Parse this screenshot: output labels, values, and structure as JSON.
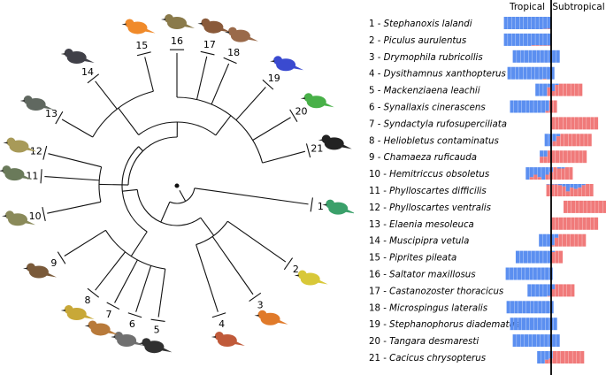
{
  "header": {
    "left": "Tropical",
    "right": "Subtropical"
  },
  "colors": {
    "tropical": "#5b8ff0",
    "subtropical": "#f07a7a",
    "divider": "#000000",
    "branch": "#111111"
  },
  "species": [
    {
      "num": "1",
      "sep": " - ",
      "name": "Stephanoxis lalandi",
      "pct_tropical": [
        100,
        100,
        100,
        100,
        100,
        100,
        100,
        100,
        100,
        100,
        98,
        96
      ],
      "shift": 0
    },
    {
      "num": "2",
      "sep": " - ",
      "name": "Piculus aurulentus",
      "pct_tropical": [
        100,
        100,
        100,
        100,
        100,
        100,
        100,
        95,
        95,
        96,
        96,
        96
      ],
      "shift": 0
    },
    {
      "num": "3",
      "sep": " - ",
      "name": "Drymophila rubricollis",
      "pct_tropical": [
        100,
        100,
        100,
        100,
        100,
        100,
        100,
        100,
        100,
        100,
        100,
        100
      ],
      "shift": 0.5
    },
    {
      "num": "4",
      "sep": " - ",
      "name": "Dysithamnus xanthopterus",
      "pct_tropical": [
        100,
        100,
        100,
        100,
        100,
        100,
        100,
        100,
        100,
        95,
        100,
        100
      ],
      "shift": 0.2
    },
    {
      "num": "5",
      "sep": " - ",
      "name": "Mackenziaena leachii",
      "pct_tropical": [
        100,
        100,
        100,
        30,
        60,
        10,
        0,
        0,
        0,
        0,
        0,
        0
      ],
      "shift": 0
    },
    {
      "num": "6",
      "sep": " - ",
      "name": "Synallaxis cinerascens",
      "pct_tropical": [
        100,
        100,
        100,
        100,
        100,
        100,
        100,
        100,
        100,
        85,
        0,
        0
      ],
      "shift": -0.1
    },
    {
      "num": "7",
      "sep": " - ",
      "name": "Syndactyla rufosuperciliata",
      "pct_tropical": [
        0,
        0,
        0,
        0,
        0,
        0,
        0,
        0,
        0,
        0,
        0,
        0
      ],
      "shift": 0
    },
    {
      "num": "8",
      "sep": " - ",
      "name": "Heliobletus contaminatus",
      "pct_tropical": [
        100,
        100,
        60,
        20,
        0,
        0,
        0,
        0,
        0,
        0,
        0,
        0
      ],
      "shift": 0.3
    },
    {
      "num": "9",
      "sep": " - ",
      "name": "Chamaeza ruficauda",
      "pct_tropical": [
        50,
        50,
        0,
        0,
        0,
        0,
        0,
        0,
        0,
        0,
        0,
        0
      ],
      "shift": -0.2
    },
    {
      "num": "10",
      "sep": " - ",
      "name": "Hemitriccus obsoletus",
      "pct_tropical": [
        100,
        80,
        60,
        80,
        100,
        60,
        40,
        0,
        10,
        10,
        0,
        0
      ],
      "shift": -0.1
    },
    {
      "num": "11",
      "sep": " - ",
      "name": "Phylloscartes difficilis",
      "pct_tropical": [
        5,
        5,
        5,
        10,
        20,
        60,
        30,
        40,
        30,
        10,
        0,
        0
      ],
      "shift": -0.05
    },
    {
      "num": "12",
      "sep": " - ",
      "name": "Phylloscartes ventralis",
      "pct_tropical": [
        0,
        0,
        0,
        0,
        0,
        0,
        0,
        0,
        0,
        0,
        0,
        0
      ],
      "shift": 0.7
    },
    {
      "num": "13",
      "sep": " - ",
      "name": "Elaenia mesoleuca",
      "pct_tropical": [
        0,
        0,
        0,
        0,
        0,
        0,
        0,
        0,
        0,
        0,
        0,
        0
      ],
      "shift": 0
    },
    {
      "num": "14",
      "sep": " - ",
      "name": "Muscipipra vetula",
      "pct_tropical": [
        100,
        100,
        100,
        90,
        30,
        0,
        0,
        0,
        0,
        0,
        0,
        0
      ],
      "shift": 0.2
    },
    {
      "num": "15",
      "sep": " - ",
      "name": "Piprites pileata",
      "pct_tropical": [
        100,
        100,
        100,
        100,
        100,
        100,
        100,
        100,
        100,
        10,
        0,
        0
      ],
      "shift": 0
    },
    {
      "num": "16",
      "sep": " - ",
      "name": "Saltator maxillosus",
      "pct_tropical": [
        100,
        100,
        100,
        100,
        100,
        100,
        100,
        100,
        100,
        100,
        100,
        100
      ],
      "shift": 0.1
    },
    {
      "num": "17",
      "sep": " - ",
      "name": "Castanozoster thoracicus",
      "pct_tropical": [
        100,
        100,
        100,
        100,
        100,
        95,
        40,
        0,
        0,
        0,
        0,
        0
      ],
      "shift": 0
    },
    {
      "num": "18",
      "sep": " - ",
      "name": "Microspingus lateralis",
      "pct_tropical": [
        100,
        100,
        100,
        100,
        100,
        100,
        100,
        100,
        100,
        100,
        100,
        100
      ],
      "shift": 0.15
    },
    {
      "num": "19",
      "sep": " - ",
      "name": "Stephanophorus diadematus",
      "pct_tropical": [
        100,
        100,
        100,
        100,
        100,
        100,
        100,
        100,
        100,
        100,
        100,
        100
      ],
      "shift": 0.35
    },
    {
      "num": "20",
      "sep": " - ",
      "name": "Tangara desmaresti",
      "pct_tropical": [
        100,
        100,
        100,
        100,
        100,
        100,
        100,
        100,
        100,
        100,
        100,
        100
      ],
      "shift": 0.5
    },
    {
      "num": "21",
      "sep": " - ",
      "name": "Cacicus chrysopterus",
      "pct_tropical": [
        100,
        100,
        70,
        60,
        0,
        0,
        0,
        0,
        0,
        0,
        0,
        0
      ],
      "shift": 0.1
    }
  ]
}
